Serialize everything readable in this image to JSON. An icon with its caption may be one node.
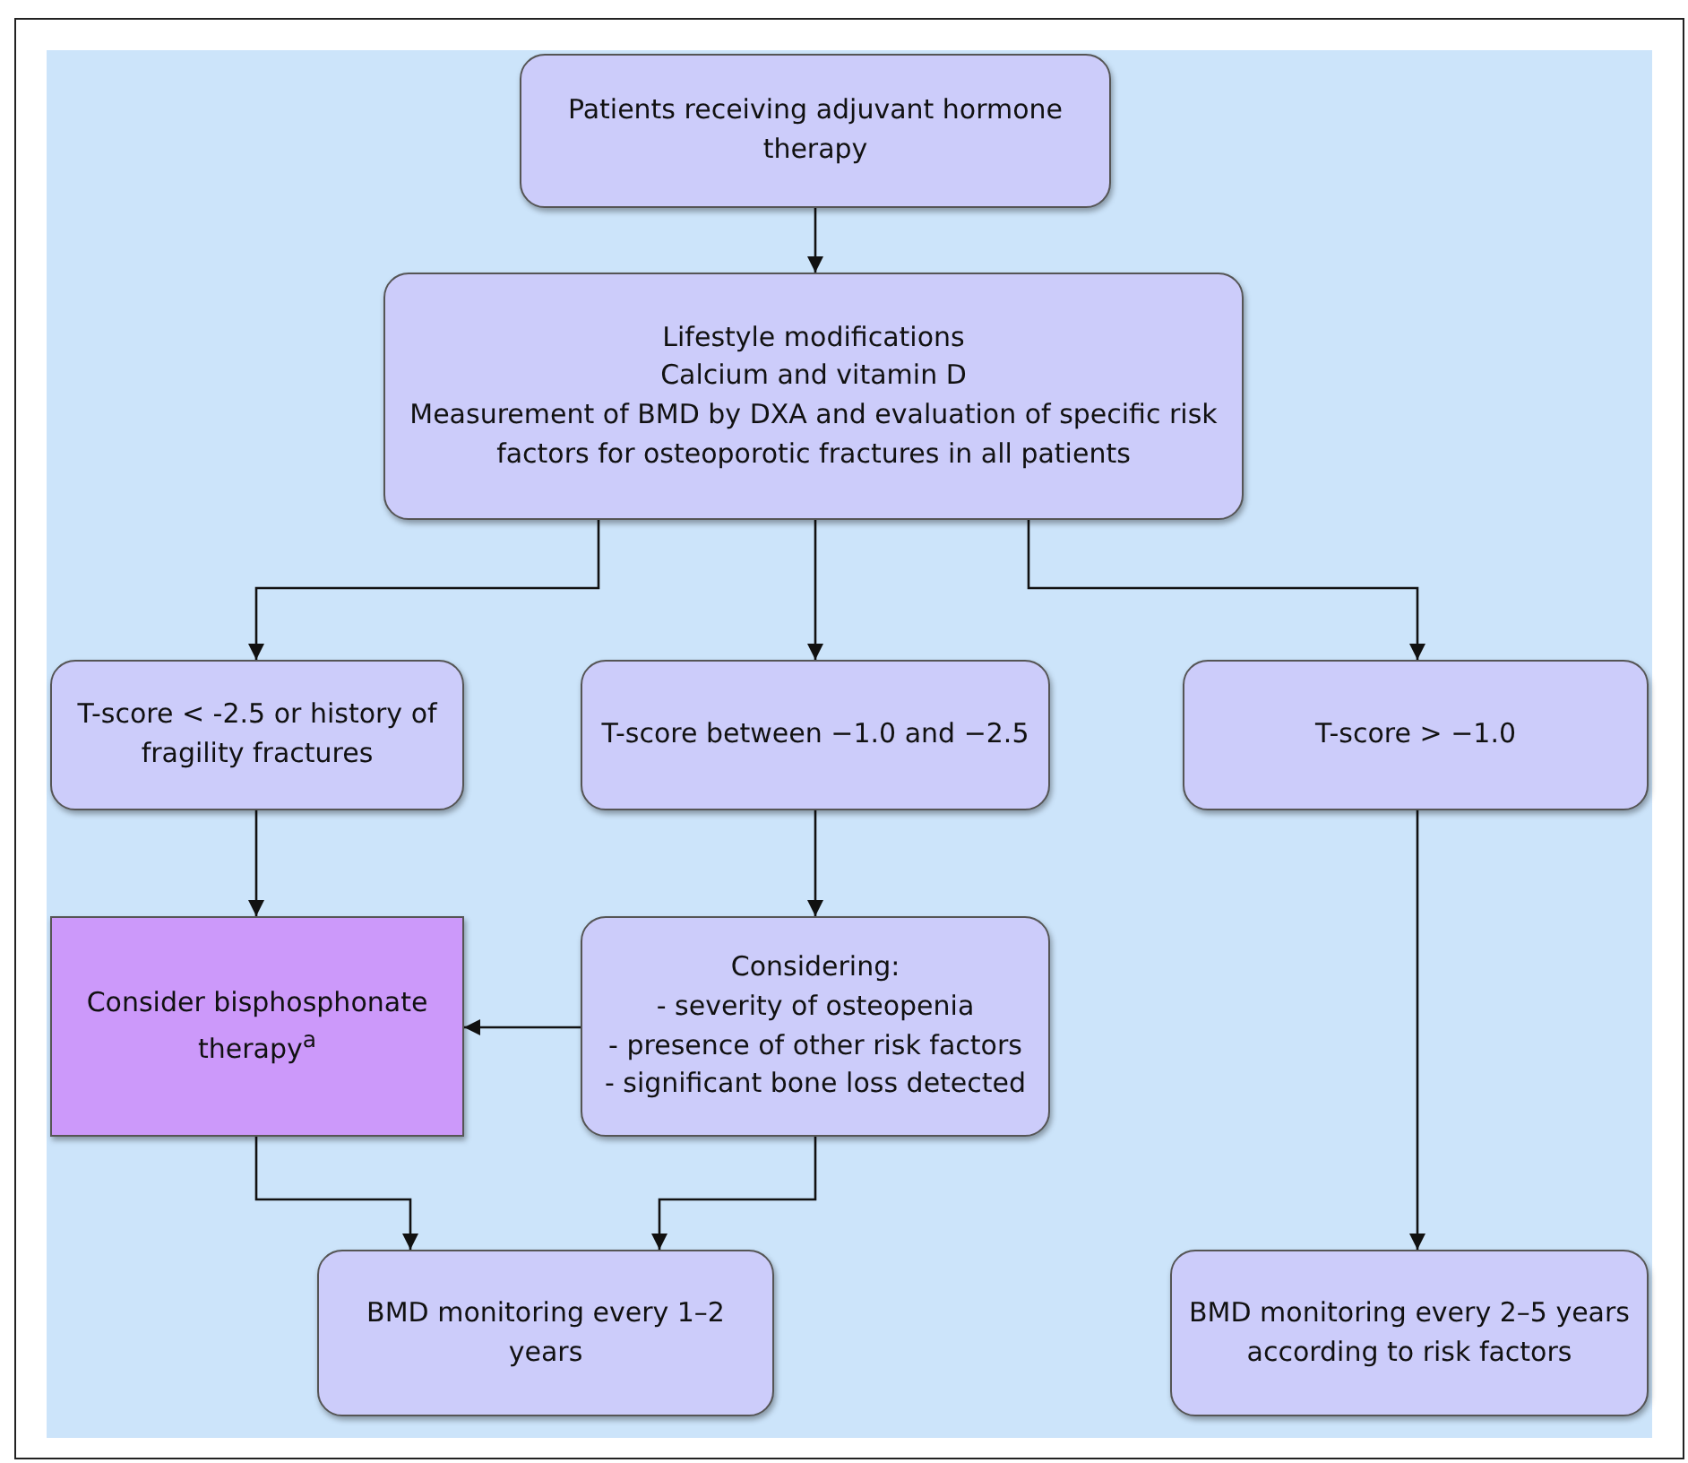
{
  "diagram": {
    "nodes": [
      {
        "text": [
          "Patients receiving adjuvant hormone therapy"
        ]
      },
      {
        "text": [
          "Lifestyle modifications",
          "Calcium and vitamin D",
          "Measurement of BMD by DXA and evaluation of specific risk factors for osteoporotic fractures in all patients"
        ]
      },
      {
        "text": [
          "T-score < -2.5 or history of fragility fractures"
        ]
      },
      {
        "text": [
          "T-score between −1.0 and −2.5"
        ]
      },
      {
        "text": [
          "T-score > −1.0"
        ]
      },
      {
        "text": [
          "Consider bisphosphonate therapy$^{a}$"
        ]
      },
      {
        "text": [
          "Considering:",
          "- severity of osteopenia",
          "- presence of other risk factors",
          "- significant bone loss detected"
        ]
      },
      {
        "text": [
          "BMD monitoring every 1–2 years"
        ]
      },
      {
        "text": [
          "BMD monitoring every 2–5 years according to risk factors"
        ]
      }
    ],
    "edges": [
      {
        "from": 0,
        "to": 1,
        "arrow": "to"
      },
      {
        "from": 1,
        "to": 2,
        "arrow": "to"
      },
      {
        "from": 1,
        "to": 3,
        "arrow": "to"
      },
      {
        "from": 1,
        "to": 4,
        "arrow": "to"
      },
      {
        "from": 2,
        "to": 5,
        "arrow": "to"
      },
      {
        "from": 3,
        "to": 6,
        "arrow": "to"
      },
      {
        "from": 6,
        "to": 5,
        "arrow": "to"
      },
      {
        "from": 5,
        "to": 7,
        "arrow": "to"
      },
      {
        "from": 6,
        "to": 7,
        "arrow": "to"
      },
      {
        "from": 4,
        "to": 8,
        "arrow": "to"
      }
    ]
  }
}
